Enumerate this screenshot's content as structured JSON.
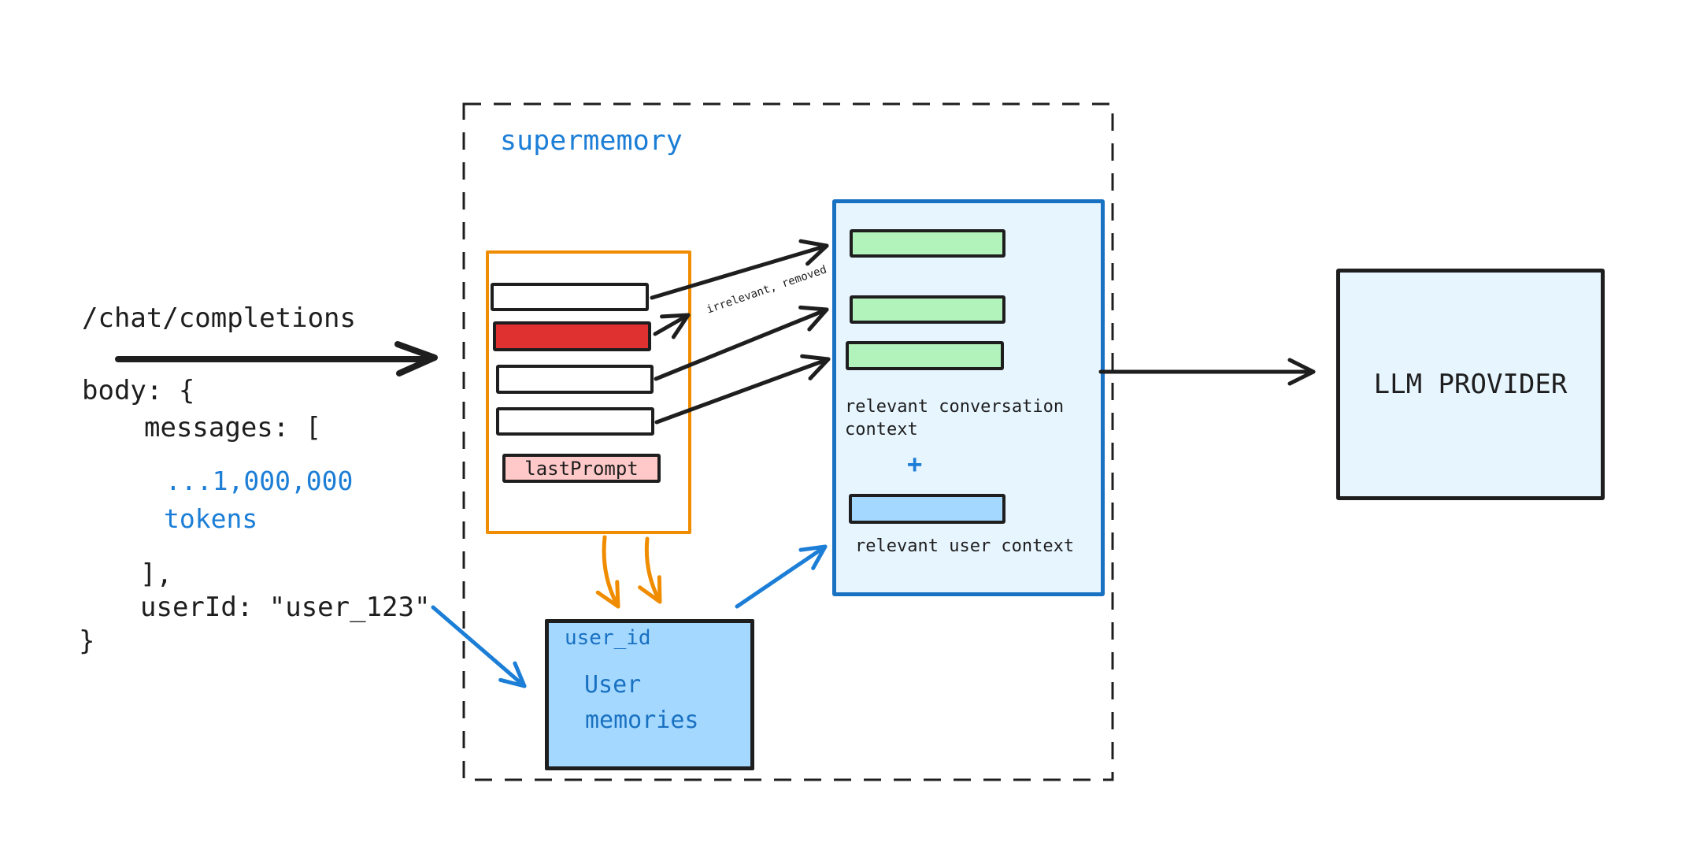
{
  "palette": {
    "ink": "#1e1e1e",
    "blue_accent": "#1c7ed6",
    "blue_border": "#1971c2",
    "light_blue_fill": "#e7f5ff",
    "blue_fill": "#a5d8ff",
    "green_fill": "#b2f2bb",
    "red_fill": "#e03131",
    "pink_fill": "#ffc9c9",
    "orange_stroke": "#f08c00"
  },
  "request": {
    "endpoint": "/chat/completions",
    "body_open": "body: {",
    "messages_open": "messages: [",
    "tokens_line1": "...1,000,000",
    "tokens_line2": "tokens",
    "messages_close": "],",
    "user_id_line": "userId: \"user_123\"",
    "body_close": "}"
  },
  "supermemory": {
    "label": "supermemory",
    "prompt_stack": {
      "blocks": [
        {
          "name": "message-kept-1",
          "fill": "#ffffff"
        },
        {
          "name": "message-irrelevant",
          "fill": "#e03131"
        },
        {
          "name": "message-kept-2",
          "fill": "#ffffff"
        },
        {
          "name": "message-kept-3",
          "fill": "#ffffff"
        }
      ],
      "last_prompt_label": "lastPrompt"
    },
    "annotation": "irrelevant, removed",
    "context_box": {
      "conversation_caption": "relevant conversation context",
      "plus": "+",
      "user_caption": "relevant user context",
      "green_blocks_count": 3
    },
    "user_memories": {
      "key_label": "user_id",
      "title_line1": "User",
      "title_line2": "memories"
    }
  },
  "llm_provider": {
    "label": "LLM PROVIDER"
  }
}
